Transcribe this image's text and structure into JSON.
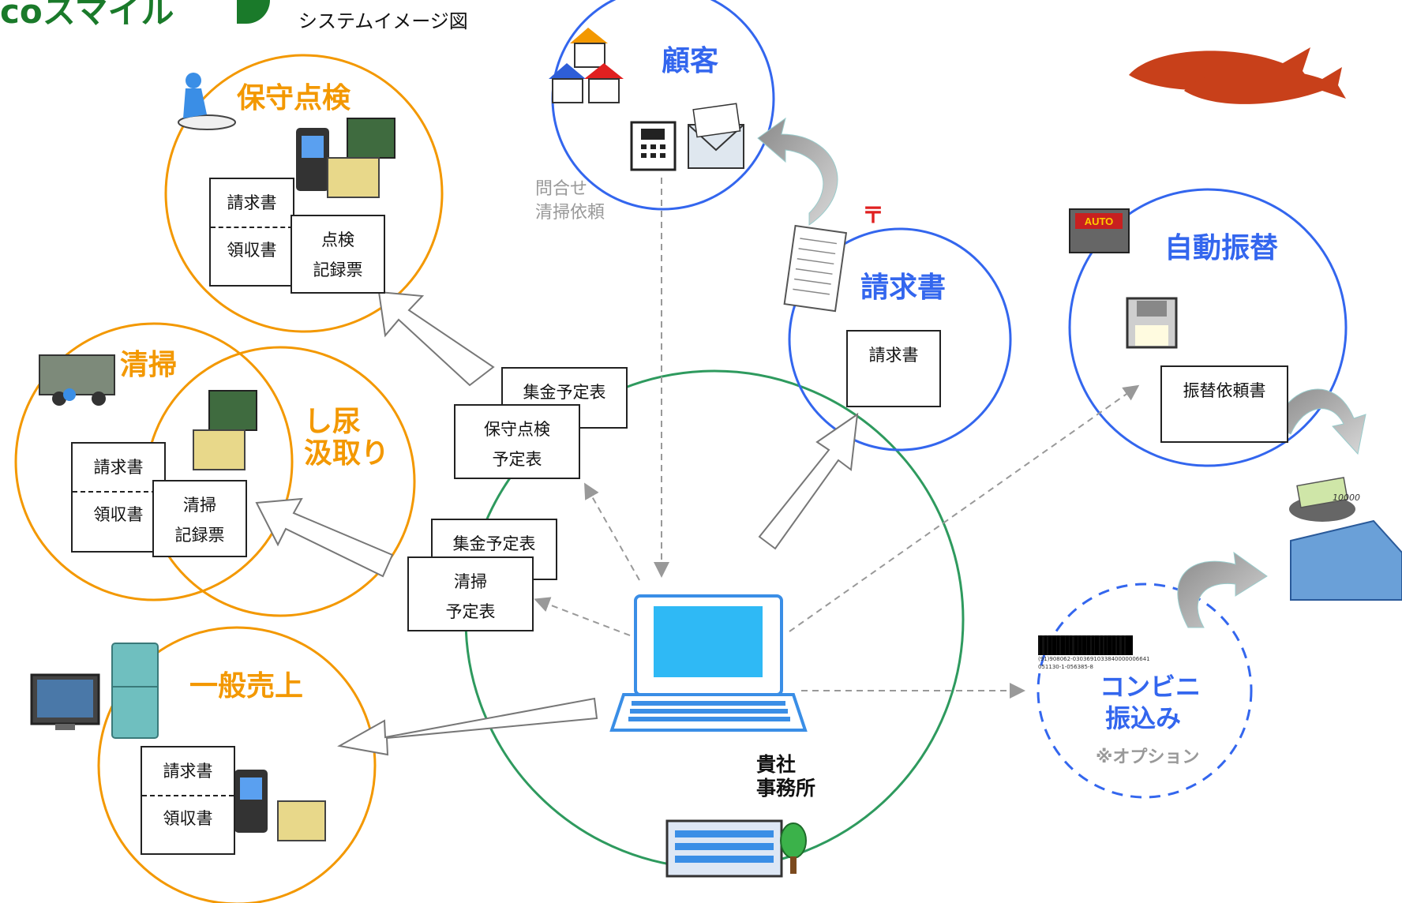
{
  "logo_text": "coスマイル",
  "header_title": "システムイメージ図",
  "center": {
    "label_line1": "貴社",
    "label_line2": "事務所"
  },
  "customer": {
    "title": "顧客",
    "inquiry_line1": "問合せ",
    "inquiry_line2": "清掃依頼"
  },
  "maintenance": {
    "title": "保守点検",
    "doc_invoice": "請求書",
    "doc_receipt": "領収書",
    "doc_record_line1": "点検",
    "doc_record_line2": "記録票"
  },
  "cleaning": {
    "title": "清掃",
    "title2_line1": "し尿",
    "title2_line2": "汲取り",
    "doc_invoice": "請求書",
    "doc_receipt": "領収書",
    "doc_record_line1": "清掃",
    "doc_record_line2": "記録票"
  },
  "general": {
    "title": "一般売上",
    "doc_invoice": "請求書",
    "doc_receipt": "領収書"
  },
  "schedule_a": {
    "collect": "集金予定表",
    "plan_line1": "保守点検",
    "plan_line2": "予定表"
  },
  "schedule_b": {
    "collect": "集金予定表",
    "plan_line1": "清掃",
    "plan_line2": "予定表"
  },
  "billing": {
    "title": "請求書",
    "doc": "請求書",
    "postal_mark": "〒"
  },
  "auto_transfer": {
    "title": "自動振替",
    "doc": "振替依頼書",
    "auto_badge": "AUTO"
  },
  "convenience": {
    "title_line1": "コンビニ",
    "title_line2": "振込み",
    "option": "※オプション",
    "barcode_line1": "(91)908062-0303691033840000006641",
    "barcode_line2": "051130-1-056385-8"
  },
  "banknote_value": "10000",
  "colors": {
    "orange": "#f39800",
    "blue": "#3366ee",
    "green": "#2e9a5e",
    "gray_arrow": "#999999"
  },
  "icons": [
    "house-icon",
    "phone-icon",
    "envelope-icon",
    "worker-icon",
    "handheld-terminal-icon",
    "money-stack-icon",
    "truck-icon",
    "tv-icon",
    "refrigerator-icon",
    "laptop-icon",
    "office-building-icon",
    "tree-icon",
    "invoice-form-icon",
    "floppy-disk-icon",
    "atm-icon",
    "bank-building-icon",
    "goldfish-icon",
    "barcode-icon"
  ]
}
